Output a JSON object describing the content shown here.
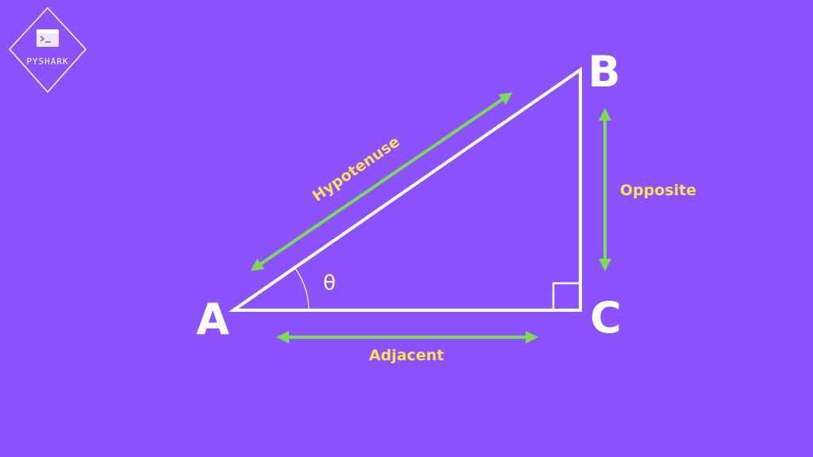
{
  "logo": {
    "text": "PYSHARK",
    "icon": "terminal-icon"
  },
  "vertices": {
    "a": "A",
    "b": "B",
    "c": "C"
  },
  "sides": {
    "hypotenuse": "Hypotenuse",
    "opposite": "Opposite",
    "adjacent": "Adjacent"
  },
  "angle": {
    "symbol": "θ"
  },
  "colors": {
    "background": "#8c52ff",
    "lines": "#ffffff",
    "arrows": "#7ed957",
    "side_labels": "#ffde59"
  }
}
